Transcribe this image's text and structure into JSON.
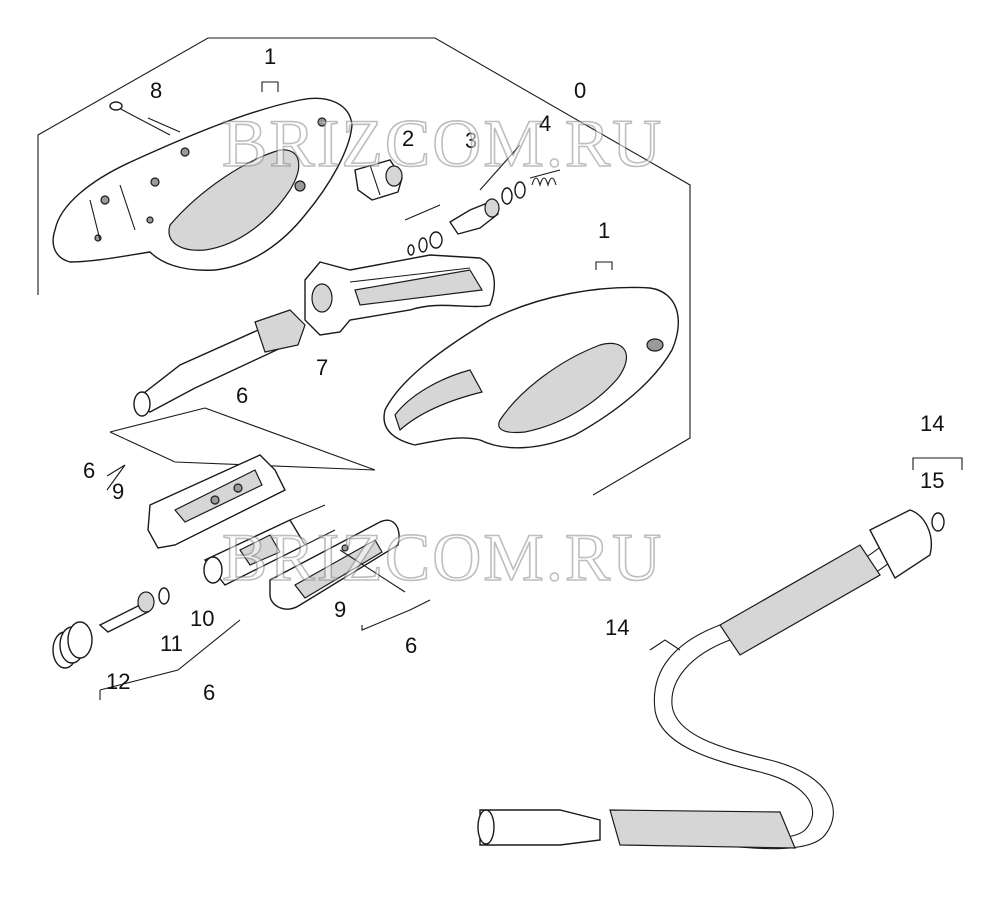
{
  "watermark": {
    "text": "BRIZCOM.RU"
  },
  "callouts": {
    "c0": "0",
    "c1_top": "1",
    "c1_right": "1",
    "c2": "2",
    "c3": "3",
    "c4": "4",
    "c6_nozzle": "6",
    "c6_left": "6",
    "c6_clip": "6",
    "c6_bottom": "6",
    "c7": "7",
    "c8": "8",
    "c9_left": "9",
    "c9_right": "9",
    "c10": "10",
    "c11": "11",
    "c12": "12",
    "c14_top": "14",
    "c14_hose": "14",
    "c15": "15"
  }
}
